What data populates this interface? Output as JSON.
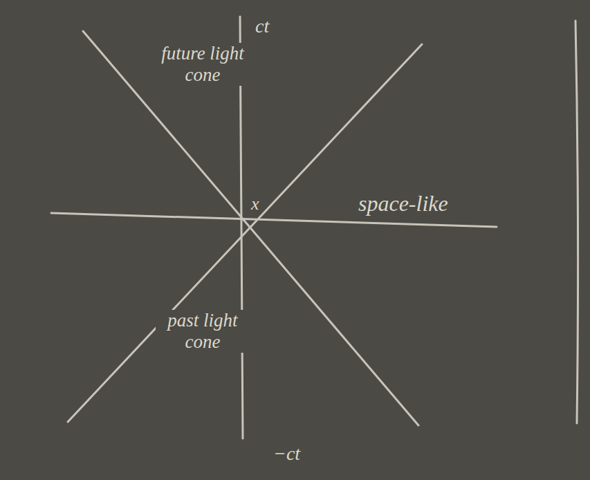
{
  "diagram": {
    "labels": [
      "ct",
      "future light cone",
      "x",
      "space-like",
      "past light cone",
      "−ct"
    ]
  }
}
